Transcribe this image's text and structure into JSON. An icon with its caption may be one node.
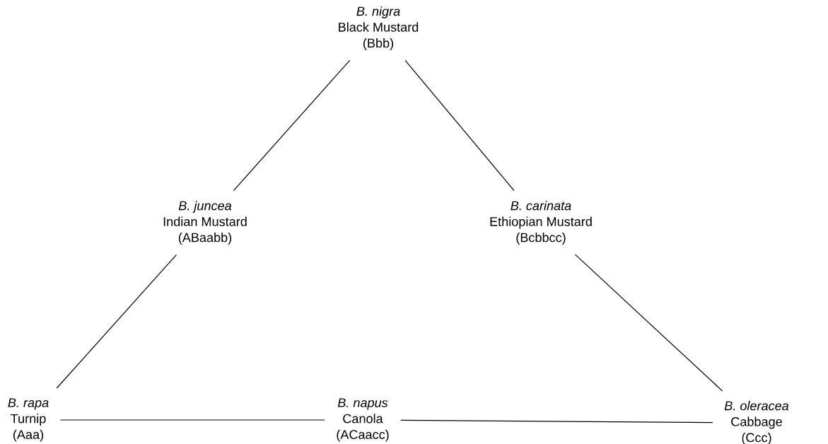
{
  "diagram": {
    "nodes": [
      {
        "text": [
          "B. nigra",
          "Black Mustard",
          "(Bbb)"
        ]
      },
      {
        "text": [
          "B. juncea",
          "Indian Mustard",
          "(ABaabb)"
        ]
      },
      {
        "text": [
          "B. carinata",
          "Ethiopian Mustard",
          "(Bcbbcc)"
        ]
      },
      {
        "text": [
          "B. rapa",
          "Turnip",
          "(Aaa)"
        ]
      },
      {
        "text": [
          "B. napus",
          "Canola",
          "(ACaacc)"
        ]
      },
      {
        "text": [
          "B. oleracea",
          "Cabbage",
          "(Ccc)"
        ]
      }
    ],
    "edges": [
      {
        "from": 0,
        "to": 1,
        "arrow": "none"
      },
      {
        "from": 0,
        "to": 2,
        "arrow": "none"
      },
      {
        "from": 1,
        "to": 3,
        "arrow": "none"
      },
      {
        "from": 2,
        "to": 5,
        "arrow": "none"
      },
      {
        "from": 3,
        "to": 4,
        "arrow": "none"
      },
      {
        "from": 4,
        "to": 5,
        "arrow": "none"
      }
    ]
  }
}
